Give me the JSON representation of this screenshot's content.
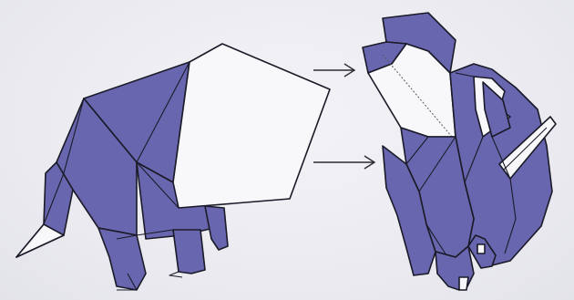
{
  "figure": {
    "description_items": [
      {
        "name": "elephant-before",
        "role": "start state"
      },
      {
        "name": "elephant-after",
        "role": "result state"
      }
    ],
    "arrow_count": 2,
    "colors": {
      "paper_color": "#6866ae",
      "paper_back": "#f8f8fb",
      "outline": "#1a1a28",
      "background": "#ededf2"
    },
    "icons": [
      "right-arrow-icon",
      "right-arrow-icon"
    ]
  }
}
